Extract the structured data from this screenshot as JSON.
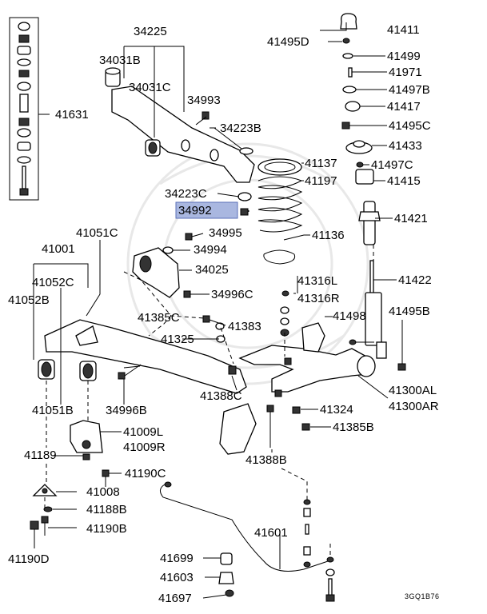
{
  "diagram": {
    "highlighted_part": "34992",
    "drawing_code": "3GQ1B76",
    "parts": [
      "41631",
      "34225",
      "34031B",
      "34031C",
      "34993",
      "34223B",
      "34223C",
      "34992",
      "34995",
      "34994",
      "34025",
      "34996C",
      "34996B",
      "41001",
      "41051C",
      "41052C",
      "41052B",
      "41051B",
      "41009L",
      "41009R",
      "41189",
      "41008",
      "41190C",
      "41188B",
      "41190B",
      "41190D",
      "41385C",
      "41383",
      "41325",
      "41388C",
      "41388B",
      "41324",
      "41385B",
      "41411",
      "41495D",
      "41499",
      "41971",
      "41497B",
      "41417",
      "41495C",
      "41433",
      "41497C",
      "41415",
      "41137",
      "41197",
      "41421",
      "41136",
      "41316L",
      "41316R",
      "41422",
      "41498",
      "41495B",
      "41300AL",
      "41300AR",
      "41601",
      "41699",
      "41603",
      "41697"
    ]
  }
}
